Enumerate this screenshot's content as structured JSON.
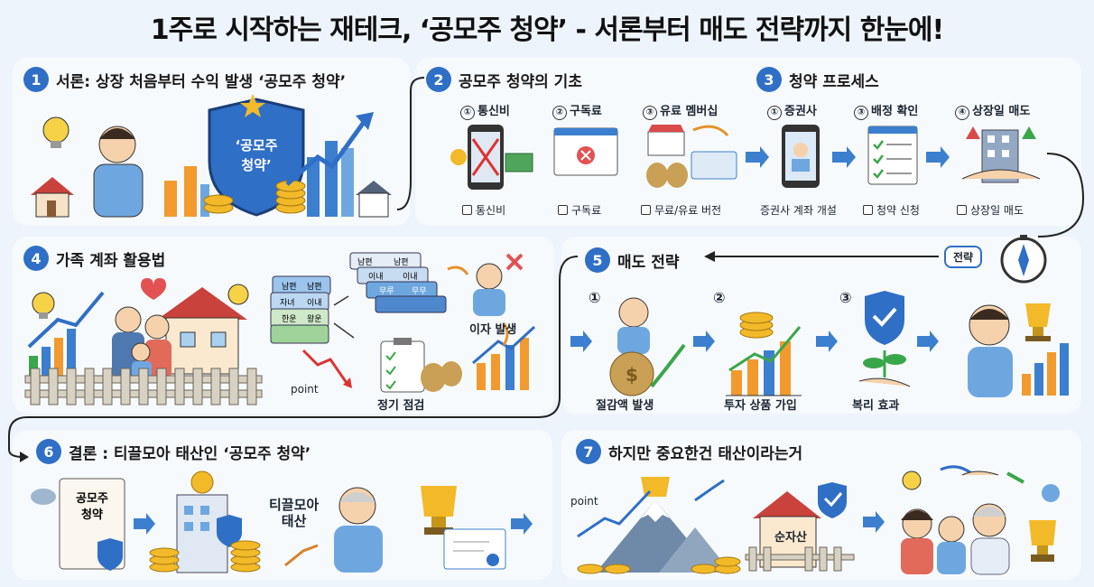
{
  "title": "1주로 시작하는 재테크, ‘공모주 청약’ - 서론부터 매도 전략까지 한눈에!",
  "sections": {
    "s1": {
      "num": "1",
      "title": "서론: 상장 처음부터 수익 발생 ‘공모주 청약’",
      "shield": "‘공모주\n청약’"
    },
    "s2": {
      "num": "2",
      "title": "공모주 청약의 기초",
      "items": [
        {
          "n": "①",
          "label": "통신비",
          "check": "통신비"
        },
        {
          "n": "②",
          "label": "구독료",
          "check": "구독료"
        },
        {
          "n": "③",
          "label": "유료 멤버십",
          "check": "무료/유료 버전"
        }
      ]
    },
    "s3": {
      "num": "3",
      "title": "청약 프로세스",
      "items": [
        {
          "n": "①",
          "label": "증권사",
          "check": "증권사 계좌 개설"
        },
        {
          "n": "③",
          "label": "배정 확인",
          "check": "청약 신청"
        },
        {
          "n": "④",
          "label": "상장일 매도",
          "check": "상장일 매도"
        }
      ],
      "badge": "전략"
    },
    "s4": {
      "num": "4",
      "title": "가족 계좌 활용법",
      "cards": [
        "남편",
        "남편",
        "이내",
        "이내",
        "자녀",
        "이내",
        "무루",
        "무무",
        "한운",
        "왕운"
      ],
      "labels": {
        "interest": "이자 발생",
        "check": "정기 점검",
        "point": "point"
      }
    },
    "s5": {
      "num": "5",
      "title": "매도 전략",
      "items": [
        {
          "n": "①",
          "label": "절감액 발생"
        },
        {
          "n": "②",
          "label": "투자 상품 가입"
        },
        {
          "n": "③",
          "label": "복리 효과"
        }
      ]
    },
    "s6": {
      "num": "6",
      "title": "결론 : 티끌모아 태산인 ‘공모주 청약’",
      "doc": "공모주\n청약",
      "mountain": "티끌모아\n태산"
    },
    "s7": {
      "num": "7",
      "title": "하지만 중요한건 태산이라는거",
      "point": "point",
      "house": "순자산"
    }
  },
  "colors": {
    "accent": "#2f6fc6",
    "background": "#eef4fb",
    "gold": "#f2b929",
    "green": "#3aa64a"
  }
}
